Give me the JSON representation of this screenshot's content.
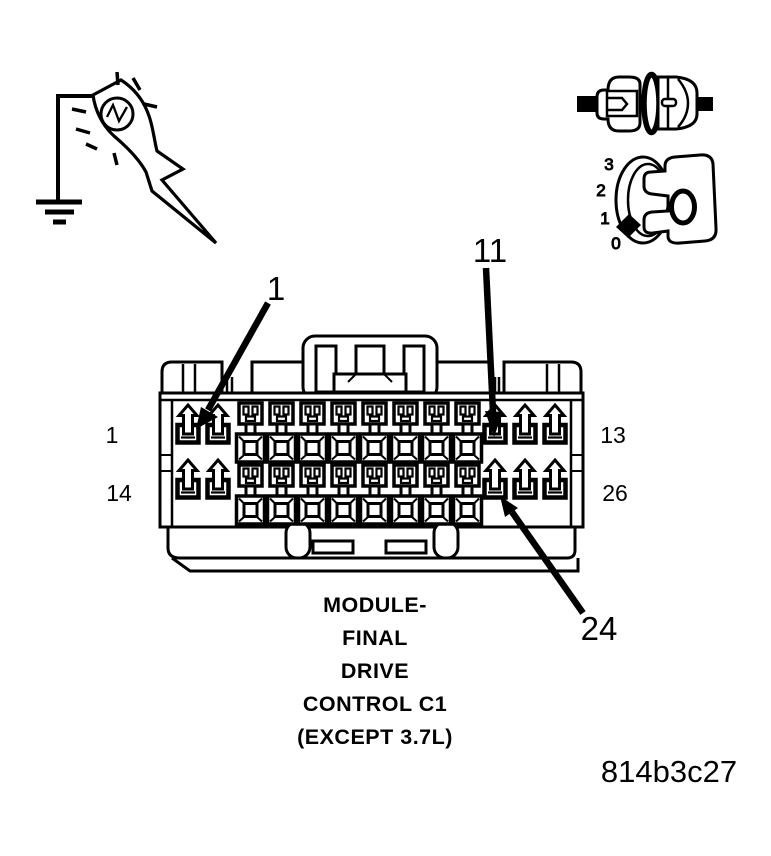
{
  "figure_id": "814b3c27",
  "colors": {
    "ink": "#000000",
    "background": "#ffffff"
  },
  "legend_icons": {
    "test_light": "test-light-connected-to-ground",
    "disconnect": "disconnect-electrical-connector",
    "ignition": "ignition-switch-key-in-off-position",
    "ignition_positions": [
      "3",
      "2",
      "1",
      "0"
    ]
  },
  "connector": {
    "caption_lines": [
      "MODULE-",
      "FINAL",
      "DRIVE",
      "CONTROL C1",
      "(EXCEPT 3.7L)"
    ],
    "rows": 2,
    "pins_per_row": 13,
    "pin_row_labels": [
      {
        "side": "left",
        "row": "top",
        "label": "1"
      },
      {
        "side": "right",
        "row": "top",
        "label": "13"
      },
      {
        "side": "left",
        "row": "bottom",
        "label": "14"
      },
      {
        "side": "right",
        "row": "bottom",
        "label": "26"
      }
    ],
    "callouts": [
      {
        "pin": "1"
      },
      {
        "pin": "11"
      },
      {
        "pin": "24"
      }
    ]
  }
}
